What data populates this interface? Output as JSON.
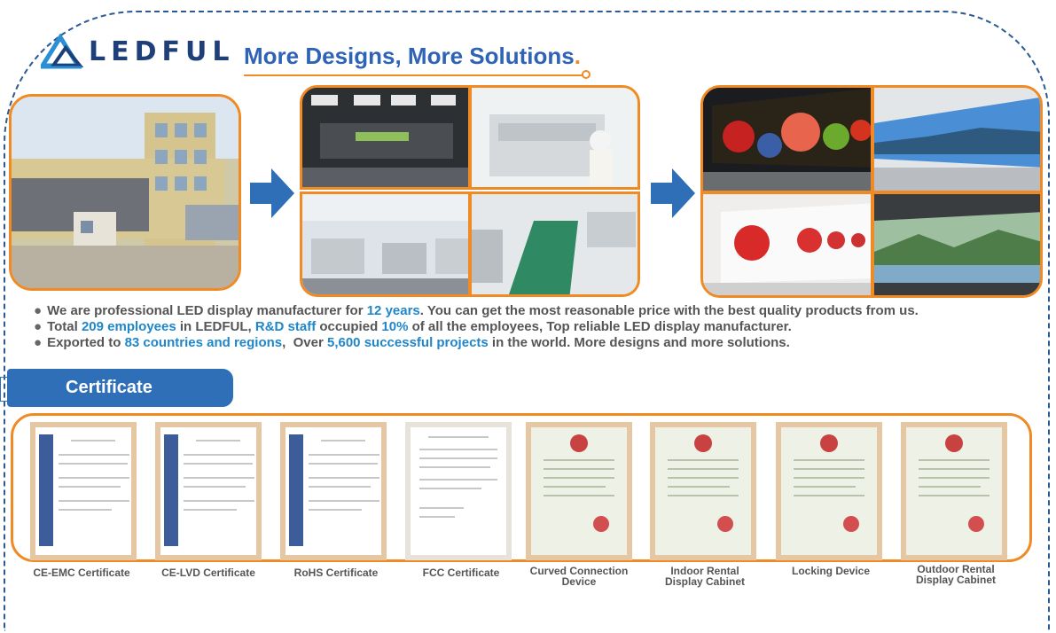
{
  "header": {
    "logo_text": "LEDFUL",
    "slogan": "More Designs, More Solutions",
    "slogan_dot": ".",
    "brand_colors": {
      "blue": "#2e63b6",
      "orange": "#f08a24"
    }
  },
  "bullets": [
    {
      "parts": [
        "We are professional LED display manufacturer for ",
        "12 years",
        ". You can get the most reasonable price with the best quality products from us."
      ]
    },
    {
      "parts": [
        "Total ",
        "209 employees",
        " in LEDFUL, ",
        "R&D staff",
        " occupied ",
        "10%",
        " of all the employees, Top reliable LED display manufacturer."
      ]
    },
    {
      "parts": [
        "Exported to ",
        "83 countries and regions",
        ",  Over ",
        "5,600 successful projects",
        " in the world. More designs and more solutions."
      ]
    }
  ],
  "certificate_section": {
    "title": "Certificate",
    "items": [
      {
        "label": "CE-EMC Certificate"
      },
      {
        "label": "CE-LVD Certificate"
      },
      {
        "label": "RoHS Certificate"
      },
      {
        "label": "FCC Certificate"
      },
      {
        "label1": "Curved Connection",
        "label2": "Device"
      },
      {
        "label1": "Indoor Rental",
        "label2": "Display Cabinet"
      },
      {
        "label": "Locking Device"
      },
      {
        "label1": "Outdoor Rental",
        "label2": "Display Cabinet"
      }
    ]
  }
}
